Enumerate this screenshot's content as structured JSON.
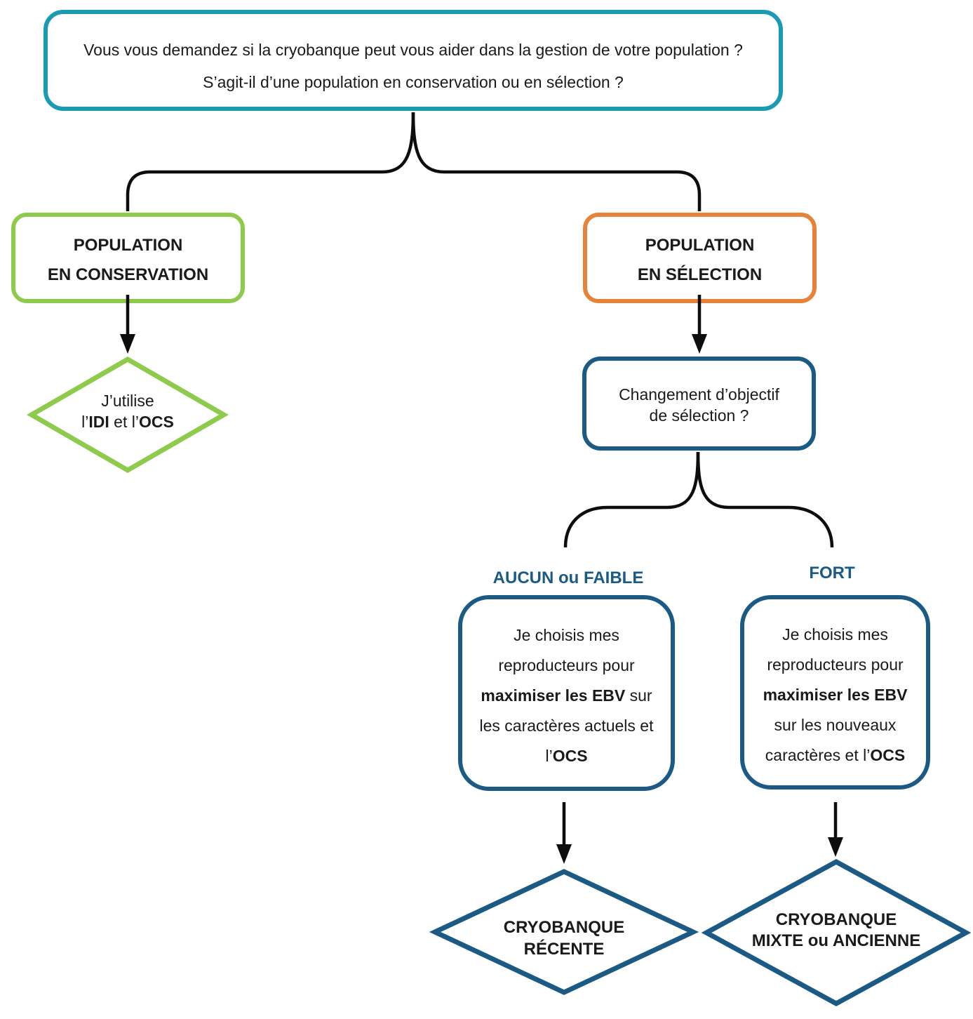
{
  "palette": {
    "teal_border": "#1a9bb3",
    "green_border": "#8ecb4d",
    "orange_border": "#e7823a",
    "blue_border": "#1a5a84",
    "connector_black": "#0d0d0d",
    "label_blue": "#1a5a84",
    "shape_fill": "#ffffff"
  },
  "root_question": {
    "line1": "Vous vous demandez si la cryobanque peut vous aider dans la gestion de votre population ?",
    "line2": "S’agit-il d’une population en conservation ou en sélection ?"
  },
  "conservation": {
    "line1": "POPULATION",
    "line2": "EN CONSERVATION"
  },
  "selection": {
    "line1": "POPULATION",
    "line2": "EN SÉLECTION"
  },
  "idi_diamond": {
    "rich": [
      [
        {
          "t": "J’utilise"
        }
      ],
      [
        {
          "t": "l’"
        },
        {
          "t": "IDI",
          "b": true
        },
        {
          "t": " et l’"
        },
        {
          "t": "OCS",
          "b": true
        }
      ]
    ]
  },
  "objective_change": {
    "line1": "Changement d’objectif",
    "line2": "de sélection ?"
  },
  "branch_labels": {
    "none_or_weak": "AUCUN ou FAIBLE",
    "strong": "FORT"
  },
  "choice_current": {
    "rich": [
      [
        {
          "t": "Je choisis mes"
        }
      ],
      [
        {
          "t": "reproducteurs pour"
        }
      ],
      [
        {
          "t": "maximiser les EBV",
          "b": true
        },
        {
          "t": " sur"
        }
      ],
      [
        {
          "t": "les caractères actuels et"
        }
      ],
      [
        {
          "t": "l’"
        },
        {
          "t": "OCS",
          "b": true
        }
      ]
    ]
  },
  "choice_new": {
    "rich": [
      [
        {
          "t": "Je choisis mes"
        }
      ],
      [
        {
          "t": "reproducteurs pour"
        }
      ],
      [
        {
          "t": "maximiser les EBV",
          "b": true
        }
      ],
      [
        {
          "t": "sur les nouveaux"
        }
      ],
      [
        {
          "t": "caractères et l’"
        },
        {
          "t": "OCS",
          "b": true
        }
      ]
    ]
  },
  "cryobank_recent": {
    "line1": "CRYOBANQUE",
    "line2": "RÉCENTE"
  },
  "cryobank_mixed": {
    "line1": "CRYOBANQUE",
    "line2": "MIXTE ou ANCIENNE"
  }
}
